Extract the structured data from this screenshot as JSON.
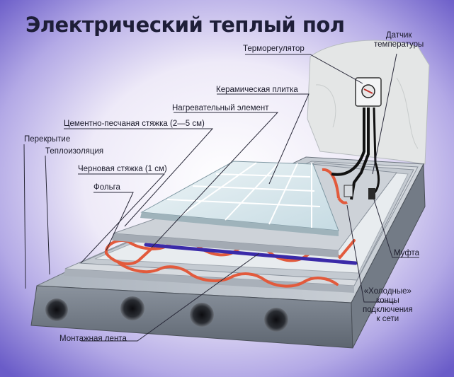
{
  "title": "Электрический теплый пол",
  "labels": {
    "sensor_line1": "Датчик",
    "sensor_line2": "температуры",
    "thermostat": "Терморегулятор",
    "ceramic_tile": "Керамическая плитка",
    "heating_element": "Нагревательный элемент",
    "cement_screed": "Цементно-песчаная стяжка (2—5 см)",
    "slab": "Перекрытие",
    "insulation": "Теплоизоляция",
    "rough_screed": "Черновая стяжка (1 см)",
    "foil": "Фольга",
    "coupling": "Муфта",
    "cold_ends_line1": "«Холодные»",
    "cold_ends_line2": "концы",
    "cold_ends_line3": "подключения",
    "cold_ends_line4": "к сети",
    "mounting_tape": "Монтажная лента"
  },
  "colors": {
    "background_center": "#ffffff",
    "background_edge": "#6a5cc8",
    "tile": "#dce9ee",
    "screed": "#c9cfd6",
    "slab": "#8d96a2",
    "heating_cable": "#e25a3c",
    "mounting_tape": "#3a2aa8"
  }
}
